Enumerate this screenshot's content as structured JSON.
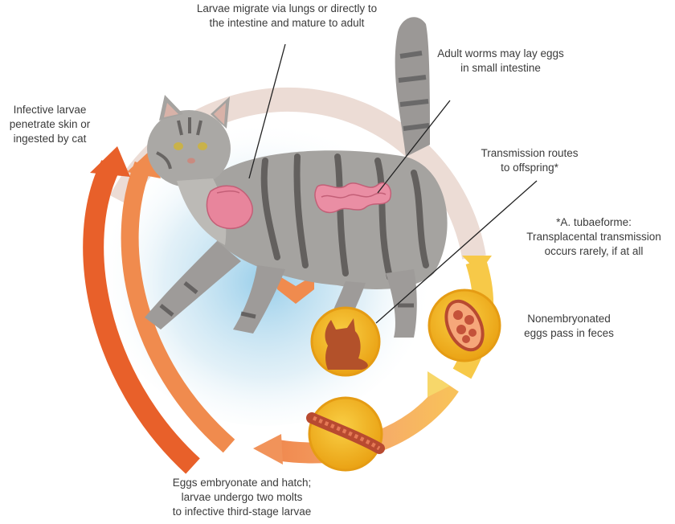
{
  "labels": {
    "larvae_migrate": [
      "Larvae migrate via lungs or directly to",
      "the intestine and mature to adult"
    ],
    "adult_worms": [
      "Adult worms may lay eggs",
      "in small intestine"
    ],
    "infective_larvae": [
      "Infective larvae",
      "penetrate skin or",
      "ingested by cat"
    ],
    "transmission_routes": [
      "Transmission routes",
      "to offspring*"
    ],
    "tubaeforme_note": [
      "*A. tubaeforme:",
      "Transplacental transmission",
      "occurs rarely, if at all"
    ],
    "nonembryonated": [
      "Nonembryonated",
      "eggs pass in feces"
    ],
    "eggs_embryonate": [
      "Eggs embryonate and hatch;",
      "larvae undergo two molts",
      "to infective third-stage larvae"
    ]
  },
  "colors": {
    "cycle_pink": "#ead6cf",
    "cycle_orange_dark": "#e8652e",
    "cycle_orange_mid": "#f29a5c",
    "cycle_yellow": "#f7c948",
    "stage_circle": "#f2b41c",
    "stage_circle_edge": "#e09a10",
    "kitten": "#b5532a",
    "egg_red": "#c4523a",
    "intestine_pink": "#e38aa0",
    "cat_grey": "#9c9a98",
    "text": "#3b3b3b"
  },
  "icons": [
    "cat-illustration",
    "intestine-icon",
    "heart-lung-icon",
    "kitten-icon",
    "egg-icon",
    "larva-icon",
    "arrow-down-icon"
  ]
}
